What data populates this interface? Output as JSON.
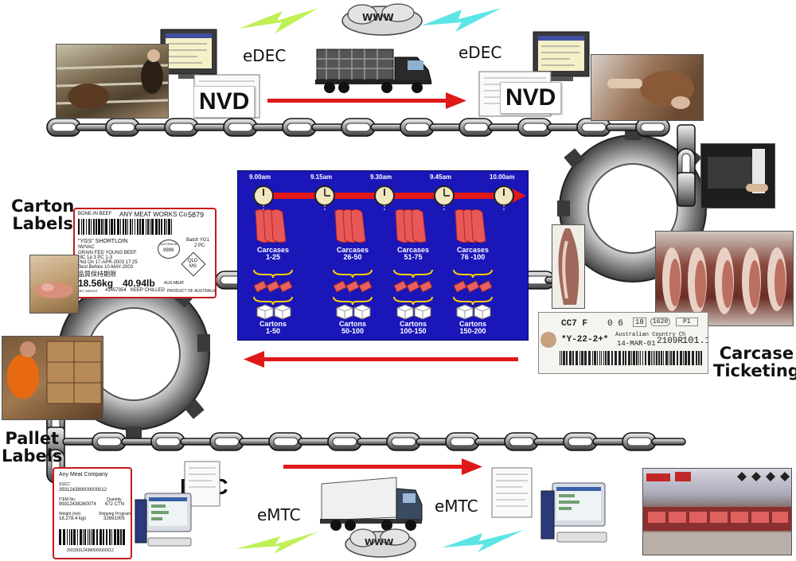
{
  "header": {
    "www_top": "WWW",
    "edec_left": "eDEC",
    "edec_right": "eDEC",
    "nvd_left": "NVD",
    "nvd_right": "NVD"
  },
  "labels": {
    "carton_labels_line1": "Carton",
    "carton_labels_line2": "Labels",
    "carcase_ticketing_line1": "Carcase",
    "carcase_ticketing_line2": "Ticketing",
    "pallet_labels_line1": "Pallet",
    "pallet_labels_line2": "Labels"
  },
  "footer": {
    "mtc": "MTC",
    "emtc_left": "eMTC",
    "emtc_right": "eMTC",
    "www_bottom": "WWW"
  },
  "timeline": {
    "times": [
      "9.00am",
      "9.15am",
      "9.30am",
      "9.45am",
      "10.00am"
    ],
    "carcase_groups": [
      {
        "line1": "Carcases",
        "line2": "1-25"
      },
      {
        "line1": "Carcases",
        "line2": "26-50"
      },
      {
        "line1": "Carcases",
        "line2": "51-75"
      },
      {
        "line1": "Carcases",
        "line2": "76 -100"
      }
    ],
    "carton_groups": [
      {
        "line1": "Cartons",
        "line2": "1-50"
      },
      {
        "line1": "Cartons",
        "line2": "50-100"
      },
      {
        "line1": "Cartons",
        "line2": "100-150"
      },
      {
        "line1": "Cartons",
        "line2": "150-200"
      }
    ]
  },
  "carton_label": {
    "product_type": "BONE-IN BEEF",
    "company": "ANY MEAT WORKS Co",
    "code": "5879",
    "product": "\"YGS\" SHORTLOIN",
    "batch": "Batch YG1",
    "pack": "2 PC",
    "packaging": "IW/VAC",
    "description": "GRAIN FED YOUNG BEEF",
    "details": "MC 1a 3 PC 1-3",
    "packed_on": "Pkd On 17-APR-2003 17:25",
    "best_before": "Best Before 10-MAY-2003",
    "stamp_number": "9999",
    "stamp_text": "AUSTRALIA",
    "stamp2_line1": "QLD",
    "stamp2_line2": "MS",
    "chinese": "品質保持期限",
    "weight_kg": "18.56kg",
    "weight_lb": "40.94lb",
    "brand": "AUS-MEAT",
    "net_weight": "NET WEIGHT",
    "serial": "41457354",
    "keep_chilled": "KEEP CHILLED",
    "origin": "PRODUCT OF AUSTRALIA"
  },
  "pallet_label": {
    "company": "Any Meat Company",
    "sscc_label": "SSCC",
    "sscc": "393124380000000012",
    "item_label": "ITEM No.",
    "item": "99312438260074",
    "quantity_label": "Quantity",
    "quantity": "672 CTN",
    "weight_label": "Weight (net)",
    "weight": "18,278.4 kgs",
    "shipping_label": "Shipping Program",
    "shipping": "32691005",
    "barcode_number": "(00)393124380000000012"
  },
  "carcase_ticket": {
    "code1": "CC7 F",
    "code2": "0  6",
    "code3": "18",
    "code4": "1620",
    "code5": "P1",
    "line2": "*Y-22-2+*",
    "origin": "Australian Country Ch",
    "date": "14-MAR-01",
    "ref": "2109R",
    "num": "101.1"
  },
  "colors": {
    "panel_blue": "#1a16b8",
    "arrow_red": "#e01818",
    "lightning_green": "#b8ee44",
    "lightning_cyan": "#3fe0e0",
    "label_border": "#c41a1a"
  },
  "icons": [
    "lightning-icon",
    "cloud-icon",
    "truck-icon",
    "computer-icon",
    "clock-icon",
    "carcase-icon",
    "meat-cut-icon",
    "carton-box-icon",
    "gear-icon",
    "chain-icon"
  ]
}
